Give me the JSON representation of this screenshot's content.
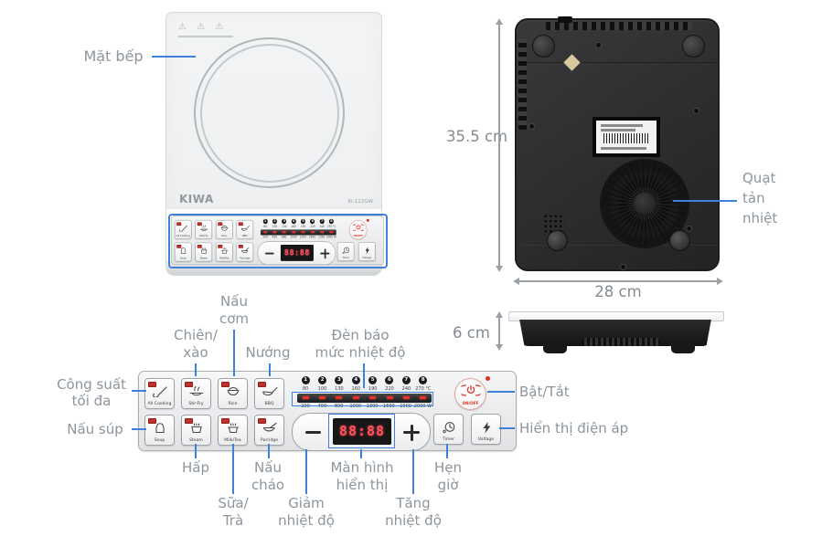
{
  "colors": {
    "annotation_line_blue": "#3f80d8",
    "label_gray": "#8d959d",
    "led_red": "#c4302b",
    "onoff_red": "#d93025",
    "display_red": "#ff5560"
  },
  "front_view": {
    "brand": "KIWA",
    "model": "KI-122GW",
    "warning_row": "⚠ ⚠ ⚠"
  },
  "panel": {
    "buttons": [
      {
        "label": "All Cooking",
        "icon": "ladle-icon"
      },
      {
        "label": "Stir-Fry",
        "icon": "wok-icon"
      },
      {
        "label": "Rice",
        "icon": "rice-bowl-icon"
      },
      {
        "label": "BBQ",
        "icon": "pan-icon"
      },
      {
        "label": "Soup",
        "icon": "pot-icon"
      },
      {
        "label": "Steam",
        "icon": "steamer-icon"
      },
      {
        "label": "Milk/Tea",
        "icon": "kettle-icon"
      },
      {
        "label": "Porridge",
        "icon": "bowl-spoon-icon"
      }
    ],
    "levels": [
      "1",
      "2",
      "3",
      "4",
      "5",
      "6",
      "7",
      "8"
    ],
    "temps": [
      "80",
      "100",
      "130",
      "160",
      "190",
      "220",
      "240",
      "270 °C"
    ],
    "powers": [
      "200",
      "400",
      "800",
      "1000",
      "1300",
      "1600",
      "1900",
      "2000 W"
    ],
    "display_value": "88:88",
    "onoff": "ON/OFF",
    "timer": "Timer",
    "voltage": "Voltage"
  },
  "dimensions": {
    "height": "35.5 cm",
    "width": "28 cm",
    "depth": "6 cm"
  },
  "annotations": {
    "mat_bep": {
      "lines": [
        "Mặt bếp"
      ]
    },
    "nau_com": {
      "lines": [
        "Nấu",
        "cơm"
      ]
    },
    "chien_xao": {
      "lines": [
        "Chiên/",
        "xào"
      ]
    },
    "nuong": {
      "lines": [
        "Nướng"
      ]
    },
    "den_bao": {
      "lines": [
        "Đèn báo",
        "mức nhiệt độ"
      ]
    },
    "cong_suat": {
      "lines": [
        "Công suất",
        "tối đa"
      ]
    },
    "nau_sup": {
      "lines": [
        "Nấu súp"
      ]
    },
    "hap": {
      "lines": [
        "Hấp"
      ]
    },
    "sua_tra": {
      "lines": [
        "Sữa/",
        "Trà"
      ]
    },
    "nau_chao": {
      "lines": [
        "Nấu",
        "cháo"
      ]
    },
    "giam": {
      "lines": [
        "Giảm",
        "nhiệt độ"
      ]
    },
    "man_hinh": {
      "lines": [
        "Màn hình",
        "hiển thị"
      ]
    },
    "tang": {
      "lines": [
        "Tăng",
        "nhiệt độ"
      ]
    },
    "hen_gio": {
      "lines": [
        "Hẹn",
        "giờ"
      ]
    },
    "bat_tat": {
      "lines": [
        "Bật/Tắt"
      ]
    },
    "hien_thi_dien_ap": {
      "lines": [
        "Hiển thị điện áp"
      ]
    },
    "quat_tan_nhiet": {
      "lines": [
        "Quạt",
        "tản",
        "nhiệt"
      ]
    }
  }
}
